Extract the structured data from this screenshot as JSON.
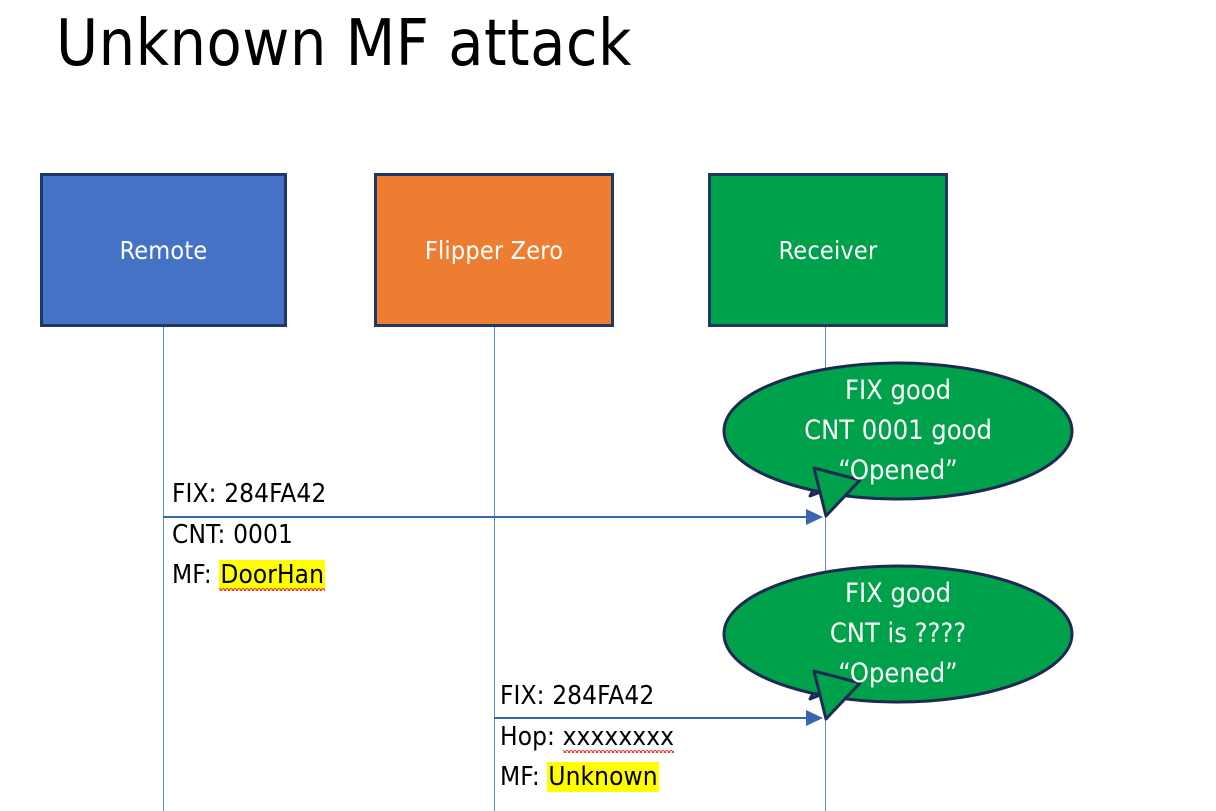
{
  "slide": {
    "title": "Unknown MF attack",
    "background": "#FFFFFF"
  },
  "colors": {
    "remote_box": "#4472C4",
    "flipper_box": "#ED7D31",
    "receiver_box": "#00A14B",
    "box_border": "#1F3864",
    "bubble_fill": "#00A14B",
    "bubble_border": "#1F2A54",
    "arrow": "#3A66B0",
    "lifeline": "#5B8DC8",
    "highlight": "#FFFF00",
    "spellcheck_underline": "#E8443A",
    "label_text": "#FFFFFF",
    "body_text": "#000000"
  },
  "actors": [
    {
      "id": "remote",
      "label": "Remote",
      "fill": "#4472C4"
    },
    {
      "id": "flipper",
      "label": "Flipper Zero",
      "fill": "#ED7D31"
    },
    {
      "id": "receiver",
      "label": "Receiver",
      "fill": "#00A14B"
    }
  ],
  "messages": [
    {
      "id": "message-1",
      "from": "remote",
      "to": "receiver",
      "lines": [
        {
          "label": "FIX: ",
          "value": "284FA42",
          "highlight": false,
          "spellcheck_error": false
        },
        {
          "label": "CNT: ",
          "value": "0001",
          "highlight": false,
          "spellcheck_error": false
        },
        {
          "label": "MF: ",
          "value": "DoorHan",
          "highlight": true,
          "spellcheck_error": true
        }
      ]
    },
    {
      "id": "message-2",
      "from": "flipper",
      "to": "receiver",
      "lines": [
        {
          "label": "FIX: ",
          "value": "284FA42",
          "highlight": false,
          "spellcheck_error": false
        },
        {
          "label": "Hop: ",
          "value": "xxxxxxxx",
          "highlight": false,
          "spellcheck_error": true
        },
        {
          "label": "MF: ",
          "value": "Unknown",
          "highlight": true,
          "spellcheck_error": false
        }
      ]
    }
  ],
  "bubbles": [
    {
      "id": "bubble-1",
      "lines": [
        "FIX good",
        "CNT 0001 good",
        "“Opened”"
      ]
    },
    {
      "id": "bubble-2",
      "lines": [
        "FIX good",
        "CNT is ????",
        "“Opened”"
      ]
    }
  ]
}
